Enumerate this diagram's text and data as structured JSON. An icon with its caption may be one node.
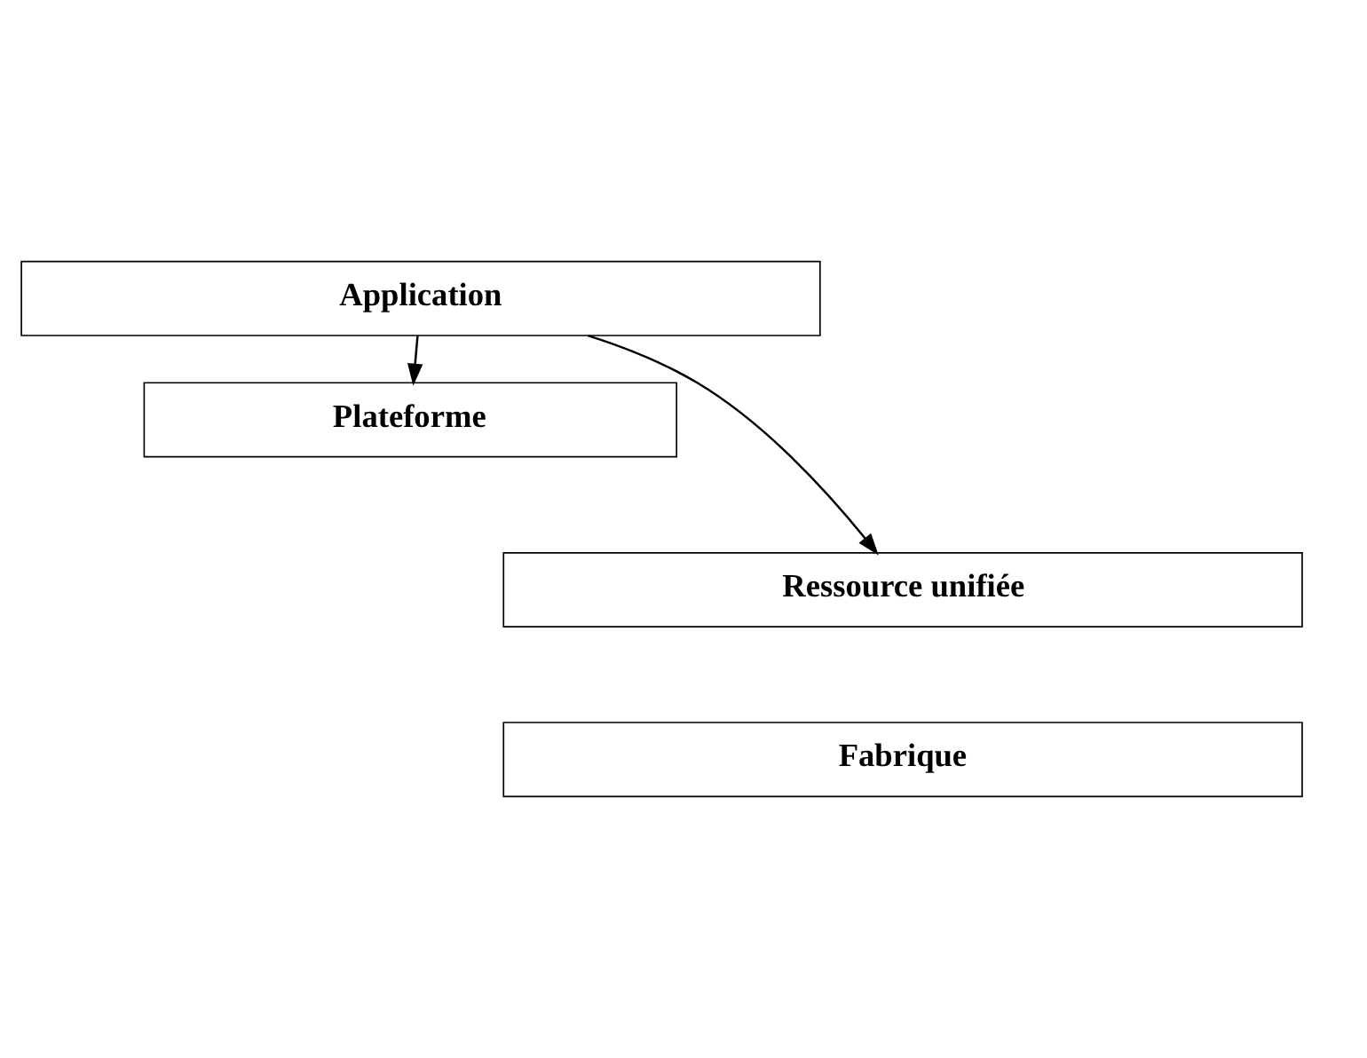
{
  "diagram": {
    "nodes": [
      {
        "text": [
          "Application"
        ]
      },
      {
        "text": [
          "Plateforme"
        ]
      },
      {
        "text": [
          "Ressource unifiée"
        ]
      },
      {
        "text": [
          "Fabrique"
        ]
      }
    ],
    "edges": [
      {
        "from": 0,
        "to": 2,
        "arrow": "to"
      },
      {
        "from": 0,
        "to": 1,
        "arrow": "to"
      }
    ]
  }
}
